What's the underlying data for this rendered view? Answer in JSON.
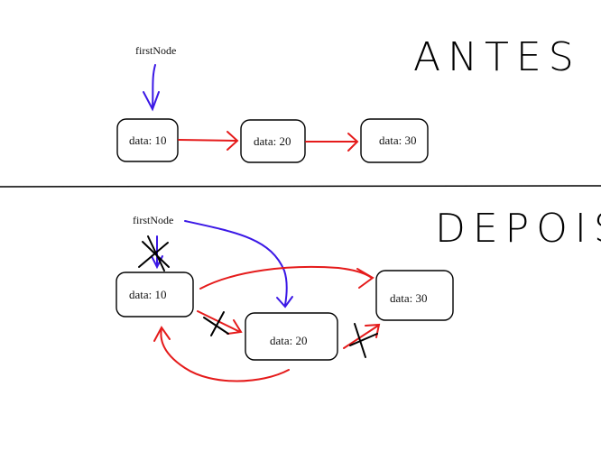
{
  "before": {
    "heading": "ANTES",
    "pointer_label": "firstNode",
    "nodes": [
      {
        "text": "data:  10"
      },
      {
        "text": "data:  20"
      },
      {
        "text": "data:  30"
      }
    ]
  },
  "after": {
    "heading": "DEPOIS",
    "pointer_label": "firstNode",
    "nodes": [
      {
        "text": "data:  10"
      },
      {
        "text": "data:  20"
      },
      {
        "text": "data:  30"
      }
    ]
  },
  "colors": {
    "pointer": "#3b18e6",
    "link": "#e51b1b",
    "cross": "#000000",
    "node_border": "#000000",
    "divider": "#000000"
  }
}
